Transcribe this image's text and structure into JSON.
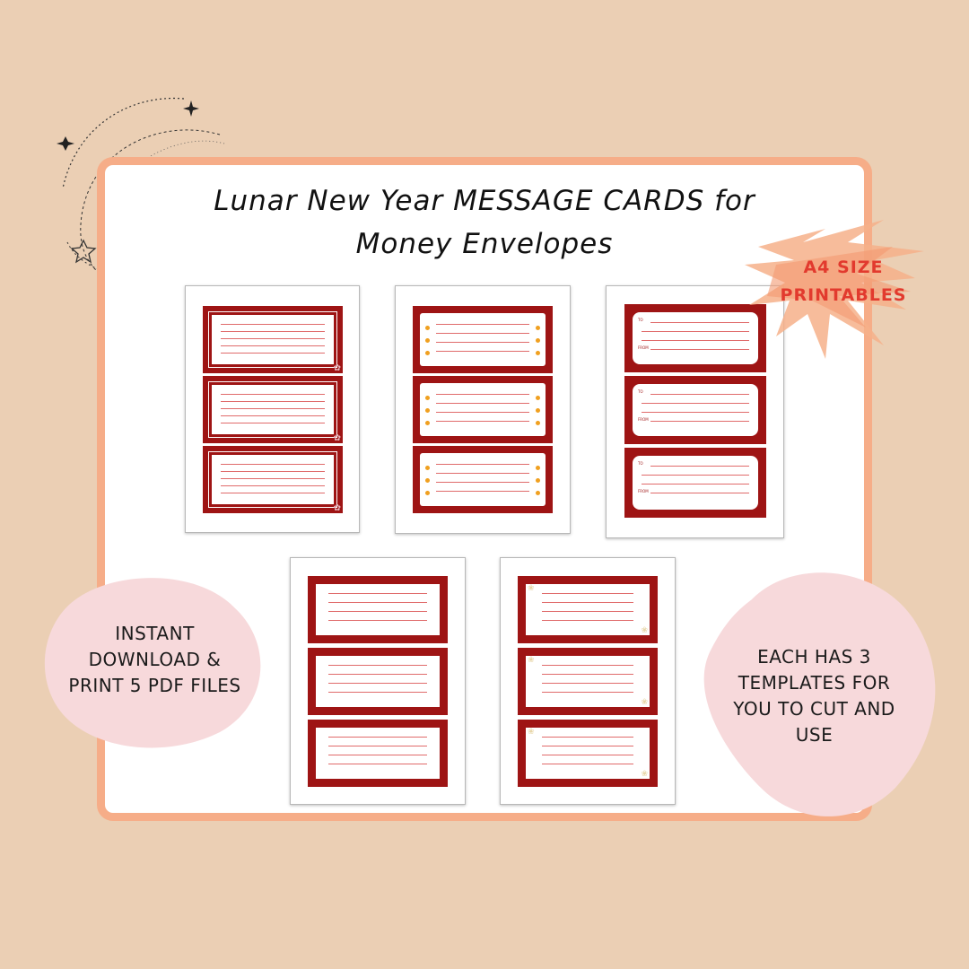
{
  "title_line1": "Lunar New Year MESSAGE CARDS for",
  "title_line2": "Money Envelopes",
  "badge": {
    "line1": "A4 SIZE",
    "line2": "PRINTABLES"
  },
  "left_blob": {
    "line1": "INSTANT",
    "line2": "DOWNLOAD &",
    "line3": "PRINT 5 PDF FILES"
  },
  "right_blob": {
    "line1": "EACH HAS 3",
    "line2": "TEMPLATES FOR",
    "line3": "YOU TO CUT AND",
    "line4": "USE"
  },
  "template_labels": {
    "to": "TO",
    "from": "FROM"
  },
  "colors": {
    "background": "#ebcfb4",
    "frame": "#f6ad88",
    "card_red": "#9e1414",
    "badge_text": "#e23a2e",
    "blob": "#f7d9db"
  },
  "icons": [
    "star-icon",
    "sparkle-icon",
    "paint-splash-icon"
  ]
}
